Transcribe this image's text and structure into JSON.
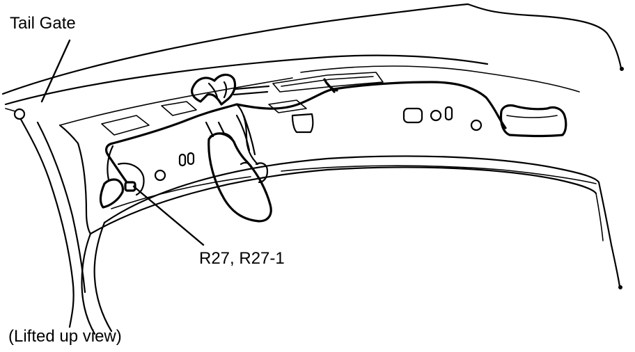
{
  "labels": {
    "tail_gate": "Tail Gate",
    "connector": "R27, R27-1",
    "view": "(Lifted up view)"
  },
  "colors": {
    "line": "#000000",
    "background": "#ffffff"
  }
}
